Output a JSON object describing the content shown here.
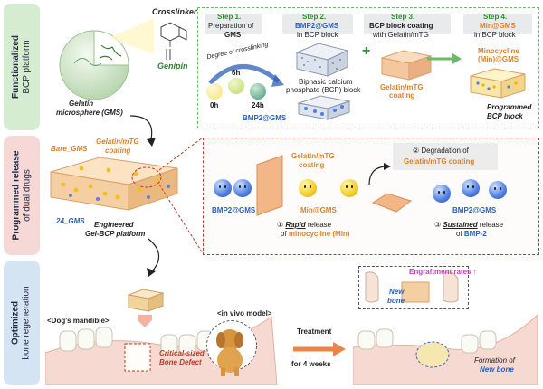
{
  "rows": {
    "r1": {
      "line1": "Functionalized",
      "line2": "BCP platform"
    },
    "r2": {
      "line1": "Programmed release",
      "line2": "of dual drugs"
    },
    "r3": {
      "line1": "Optimized",
      "line2": "bone regeneration"
    }
  },
  "panel1": {
    "crosslinker": "Crosslinker",
    "genipin": "Genipin",
    "gms_line1": "Gelatin",
    "gms_line2": "microsphere (GMS)",
    "steps": [
      {
        "title": "Step 1.",
        "sub1": "Preparation of",
        "sub2": "GMS"
      },
      {
        "title": "Step 2.",
        "sub1": "BMP2@GMS",
        "sub2": "in BCP block"
      },
      {
        "title": "Step 3.",
        "sub1": "BCP block coating",
        "sub2": "with Gelatin/mTG"
      },
      {
        "title": "Step 4.",
        "sub1": "Min@GMS",
        "sub2": "in BCP block"
      }
    ],
    "degree": "Degree of crosslinking",
    "t0": "0h",
    "t6": "6h",
    "t24": "24h",
    "biphasic1": "Biphasic calcium",
    "biphasic2": "phosphate (BCP) block",
    "bmp2gms": "BMP2@GMS",
    "gel1": "Gelatin/mTG",
    "gel2": "coating",
    "mino1": "Minocycline",
    "mino2": "(Min)@GMS",
    "prog1": "Programmed",
    "prog2": "BCP block"
  },
  "panel2": {
    "bare": "Bare_GMS",
    "gel1": "Gelatin/mTG",
    "gel2": "coating",
    "gms24": "24_GMS",
    "eng1": "Engineered",
    "eng2": "Gel-BCP platform",
    "coat1": "Gelatin/mTG",
    "coat2": "coating",
    "deg_num": "②",
    "deg1": "Degradation of",
    "deg2": "Gelatin/mTG coating",
    "bmp_left": "BMP2@GMS",
    "min_gms": "Min@GMS",
    "bmp_right": "BMP2@GMS",
    "r1a": "① ",
    "r1b": "Rapid",
    "r1c": " release",
    "r1d": "of ",
    "r1e": "minocycline (Min)",
    "r3a": "③ ",
    "r3b": "Sustained",
    "r3c": " release",
    "r3d": "of ",
    "r3e": "BMP-2"
  },
  "panel3": {
    "mandible": "<Dog's mandible>",
    "invivo": "<in vivo model>",
    "crit1": "Critical-sized",
    "crit2": "Bone Defect",
    "treat": "Treatment",
    "weeks": "for 4 weeks",
    "engraft": "Engraftment rates ↑",
    "newbone1": "New",
    "newbone2": "bone",
    "form1": "Formation of",
    "form2": "New bone"
  }
}
